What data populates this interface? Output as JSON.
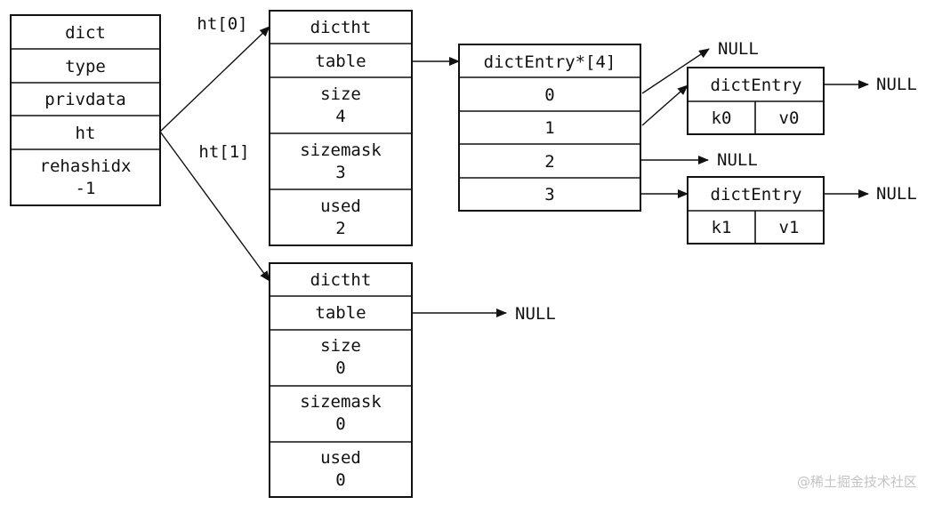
{
  "dict": {
    "header": "dict",
    "fields": [
      "type",
      "privdata",
      "ht"
    ],
    "rehashidx_label": "rehashidx",
    "rehashidx_value": "-1"
  },
  "ht0": {
    "pointer_label": "ht[0]",
    "header": "dictht",
    "table_label": "table",
    "size_label": "size",
    "size_value": "4",
    "sizemask_label": "sizemask",
    "sizemask_value": "3",
    "used_label": "used",
    "used_value": "2"
  },
  "ht1": {
    "pointer_label": "ht[1]",
    "header": "dictht",
    "table_label": "table",
    "table_target": "NULL",
    "size_label": "size",
    "size_value": "0",
    "sizemask_label": "sizemask",
    "sizemask_value": "0",
    "used_label": "used",
    "used_value": "0"
  },
  "table_array": {
    "header": "dictEntry*[4]",
    "slots": [
      "0",
      "1",
      "2",
      "3"
    ],
    "slot0_null": "NULL",
    "slot2_null": "NULL"
  },
  "entry_a": {
    "header": "dictEntry",
    "key": "k0",
    "value": "v0",
    "next": "NULL"
  },
  "entry_b": {
    "header": "dictEntry",
    "key": "k1",
    "value": "v1",
    "next": "NULL"
  },
  "watermark": "@稀土掘金技术社区"
}
